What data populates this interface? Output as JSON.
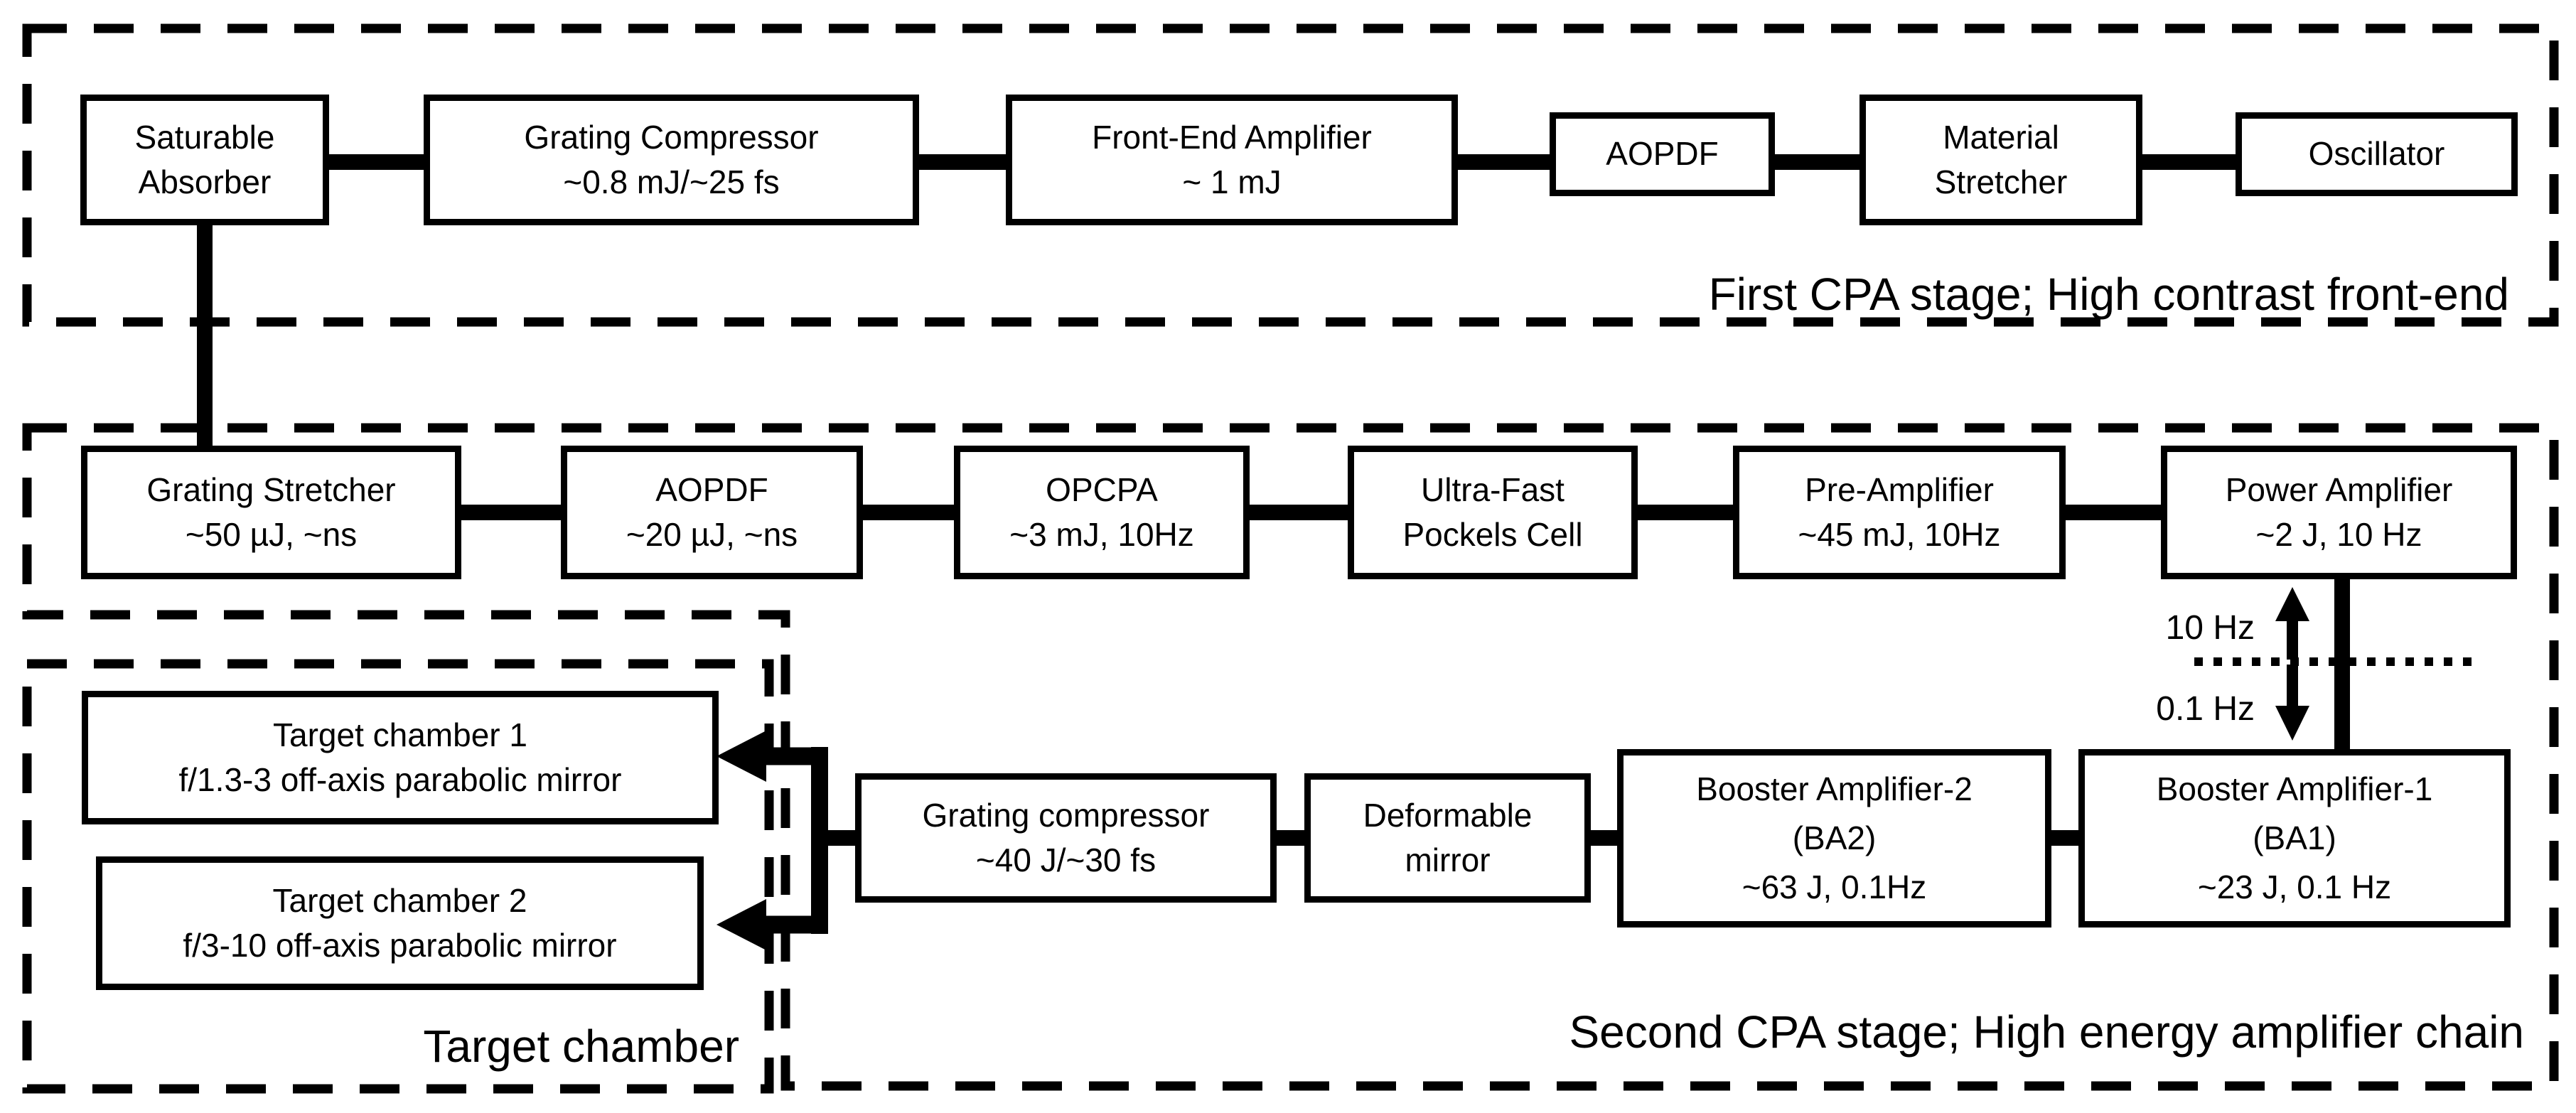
{
  "diagram": {
    "title_hint": "Dual CPA laser system block diagram",
    "colors": {
      "ink": "#000000",
      "background": "#ffffff"
    },
    "stage1": {
      "label": "First CPA stage; High contrast front-end",
      "boxes": {
        "saturable_absorber": "Saturable\nAbsorber",
        "grating_compressor": "Grating Compressor\n~0.8 mJ/~25 fs",
        "front_end_amplifier": "Front-End Amplifier\n~ 1 mJ",
        "aopdf": "AOPDF",
        "material_stretcher": "Material\nStretcher",
        "oscillator": "Oscillator"
      }
    },
    "stage2": {
      "label": "Second CPA stage; High energy amplifier chain",
      "rate_high": "10 Hz",
      "rate_low": "0.1 Hz",
      "boxes": {
        "grating_stretcher": "Grating Stretcher\n~50 µJ, ~ns",
        "aopdf": "AOPDF\n~20 µJ, ~ns",
        "opcpa": "OPCPA\n~3 mJ, 10Hz",
        "pockels_cell": "Ultra-Fast\nPockels Cell",
        "pre_amplifier": "Pre-Amplifier\n~45 mJ, 10Hz",
        "power_amplifier": "Power Amplifier\n~2 J, 10 Hz",
        "booster_amplifier_1": "Booster Amplifier-1\n(BA1)\n~23 J, 0.1 Hz",
        "booster_amplifier_2": "Booster Amplifier-2\n(BA2)\n~63 J, 0.1Hz",
        "deformable_mirror": "Deformable\nmirror",
        "grating_compressor": "Grating compressor\n~40 J/~30 fs"
      }
    },
    "target": {
      "label": "Target chamber",
      "boxes": {
        "target_chamber_1": "Target chamber 1\nf/1.3-3 off-axis parabolic mirror",
        "target_chamber_2": "Target chamber 2\nf/3-10 off-axis parabolic mirror"
      }
    }
  }
}
